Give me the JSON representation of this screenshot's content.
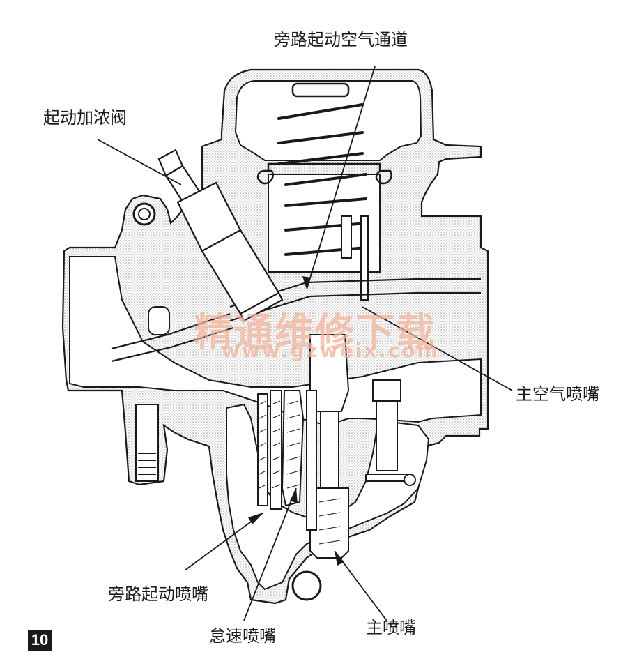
{
  "labels": {
    "bypass_start_air_passage": "旁路起动空气通道",
    "start_enrichment_valve": "起动加浓阀",
    "main_air_jet": "主空气喷嘴",
    "bypass_start_jet": "旁路起动喷嘴",
    "idle_jet": "怠速喷嘴",
    "main_jet": "主喷嘴"
  },
  "watermark": {
    "text": "精通维修下载",
    "url": "www.gzweix.com"
  },
  "figure_number": "10",
  "colors": {
    "line": "#1a1a1a",
    "shade": "#d9d9d9",
    "watermark": "#f2b49a"
  }
}
